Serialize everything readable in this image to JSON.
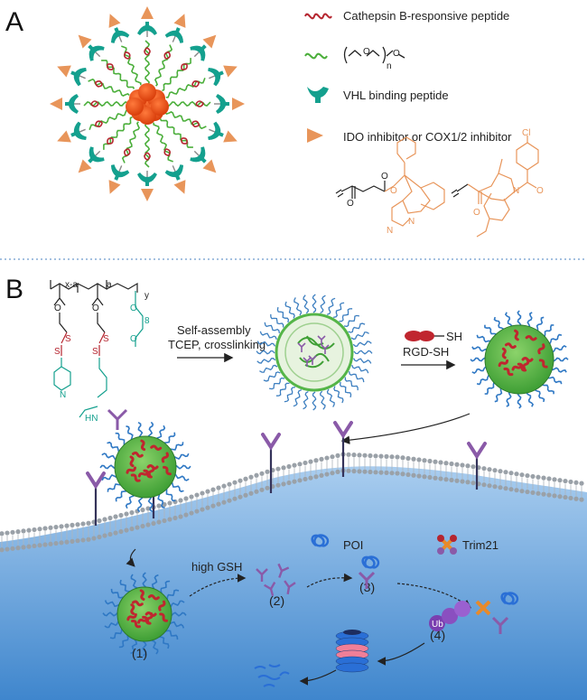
{
  "panel_a": {
    "letter": "A",
    "legend": [
      {
        "icon": "cathepsin-peptide-icon",
        "label": "Cathepsin B-responsive peptide"
      },
      {
        "icon": "peg-chain-icon",
        "label": ""
      },
      {
        "icon": "vhl-peptide-icon",
        "label": "VHL binding peptide"
      },
      {
        "icon": "inhibitor-arrow-icon",
        "label": "IDO inhibitor or COX1/2 inhibitor"
      }
    ],
    "peg_formula": {
      "o1": "O",
      "n": "n",
      "o2": "O"
    },
    "chem": {
      "n_atom": "N",
      "n_atom2": "N",
      "n_atom3": "N",
      "o_atom": "O",
      "o_atom2": "O",
      "o_atom3": "O",
      "cl_atom": "Cl",
      "o_atom4": "O",
      "o_atom5": "O"
    }
  },
  "panel_b": {
    "letter": "B",
    "polymer": {
      "xa": "x-a",
      "a": "a",
      "y": "y",
      "eight": "8",
      "s1": "S",
      "s2": "S",
      "s3": "S",
      "s4": "S",
      "n_py": "N",
      "hn": "HN",
      "o1": "O",
      "o2": "O",
      "o3": "O",
      "o4": "O"
    },
    "step1_line1": "Self-assembly",
    "step1_line2": "TCEP, crosslinking",
    "rgd_label": "RGD-SH",
    "sh_label": "SH",
    "high_gsh": "high GSH",
    "poi": "POI",
    "trim21": "Trim21",
    "ub": "Ub",
    "steps": [
      "(1)",
      "(2)",
      "(3)",
      "(4)"
    ]
  },
  "colors": {
    "peptide_red": "#b5252f",
    "peg_green": "#4caf3c",
    "vhl_teal": "#14a08e",
    "inhibitor_orange": "#e8955a",
    "core_red": "#e24a12",
    "antibody_purple": "#8a5aa8",
    "cell_blue": "#7fb4e0"
  }
}
